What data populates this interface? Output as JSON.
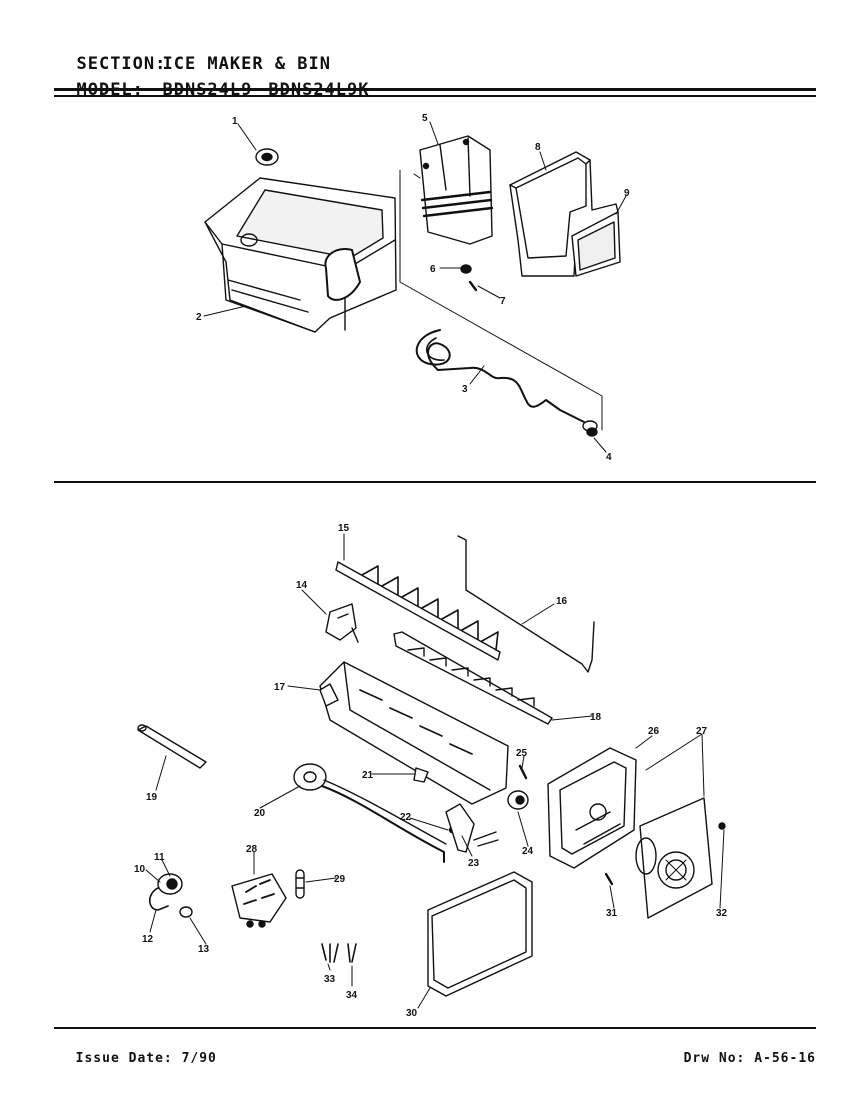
{
  "header": {
    "section_label": "SECTION:",
    "section_value": "ICE MAKER & BIN",
    "model_label": "MODEL:",
    "models": [
      "BDNS24L9",
      "BDNS24L9K"
    ]
  },
  "callouts": [
    "1",
    "2",
    "3",
    "4",
    "5",
    "6",
    "7",
    "8",
    "9",
    "14",
    "15",
    "16",
    "17",
    "18",
    "19",
    "20",
    "21",
    "22",
    "23",
    "24",
    "25",
    "26",
    "27",
    "28",
    "29",
    "30",
    "31",
    "32",
    "33",
    "34",
    "10",
    "11",
    "12",
    "13"
  ],
  "footer": {
    "issue_label": "Issue Date:",
    "issue_value": "7/90",
    "drw_label": "Drw No:",
    "drw_value": "A-56-16"
  }
}
